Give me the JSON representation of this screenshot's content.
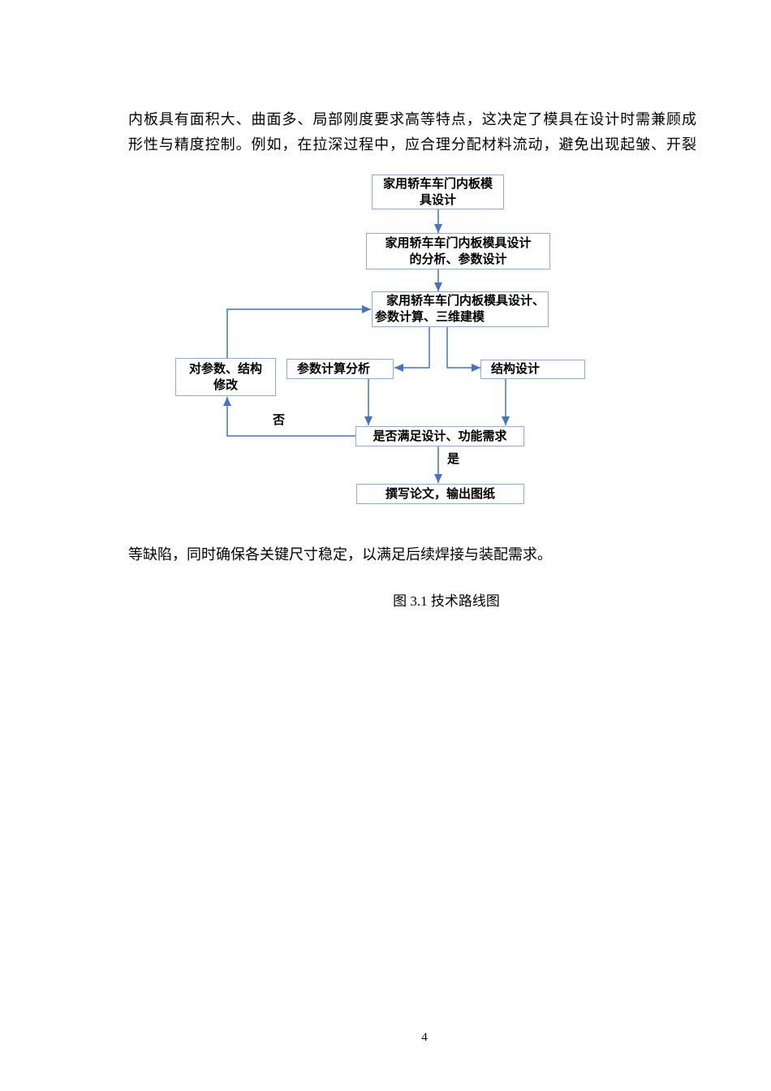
{
  "document": {
    "paragraph_top_lines": [
      "内板具有面积大、曲面多、局部刚度要求高等特点，这决定了模具在设计时需兼顾成",
      "形性与精度控制。例如，在拉深过程中，应合理分配材料流动，避免出现起皱、开裂"
    ],
    "paragraph_bottom": "等缺陷，同时确保各关键尺寸稳定，以满足后续焊接与装配需求。",
    "figure_caption": "图 3.1  技术路线图",
    "page_number": "4"
  },
  "flowchart": {
    "nodes": {
      "start": {
        "lines": [
          "家用轿车车门内板模",
          "具设计"
        ]
      },
      "analysis": {
        "lines": [
          "家用轿车车门内板模具设计",
          "的分析、参数设计"
        ]
      },
      "modeling": {
        "lines": [
          "家用轿车车门内板模具设计、",
          "参数计算、三维建模"
        ]
      },
      "modify": {
        "lines": [
          "对参数、结构",
          "修改"
        ]
      },
      "param_calc": {
        "label": "参数计算分析"
      },
      "structure": {
        "label": "结构设计"
      },
      "check": {
        "label": "是否满足设计、功能需求"
      },
      "output": {
        "label": "撰写论文，输出图纸"
      }
    },
    "edge_labels": {
      "no": "否",
      "yes": "是"
    },
    "colors": {
      "connector": "#4472c4",
      "box_border": "#8ea9db"
    }
  }
}
